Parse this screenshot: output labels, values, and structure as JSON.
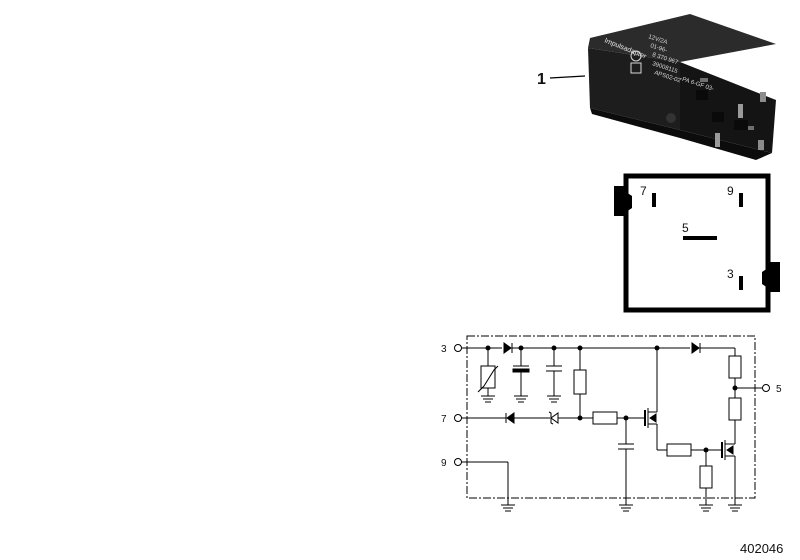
{
  "callout": {
    "number": "1"
  },
  "relay_label": {
    "line1": "Impulsadapter",
    "line2": "12V/2A",
    "line3": "01-96-",
    "line4": "8 370 967",
    "line5": "39008115",
    "line6": "APS02-02",
    "line7": "-PA 6-GF 03-"
  },
  "pinout": {
    "pin_7": "7",
    "pin_9": "9",
    "pin_5": "5",
    "pin_3": "3"
  },
  "schematic": {
    "terminal_3": "3",
    "terminal_7": "7",
    "terminal_9": "9",
    "terminal_5": "5"
  },
  "footer": {
    "drawing_number": "402046"
  },
  "colors": {
    "housing": "#1e1e1e",
    "housing_top": "#2b2b2b",
    "line": "#000000"
  }
}
